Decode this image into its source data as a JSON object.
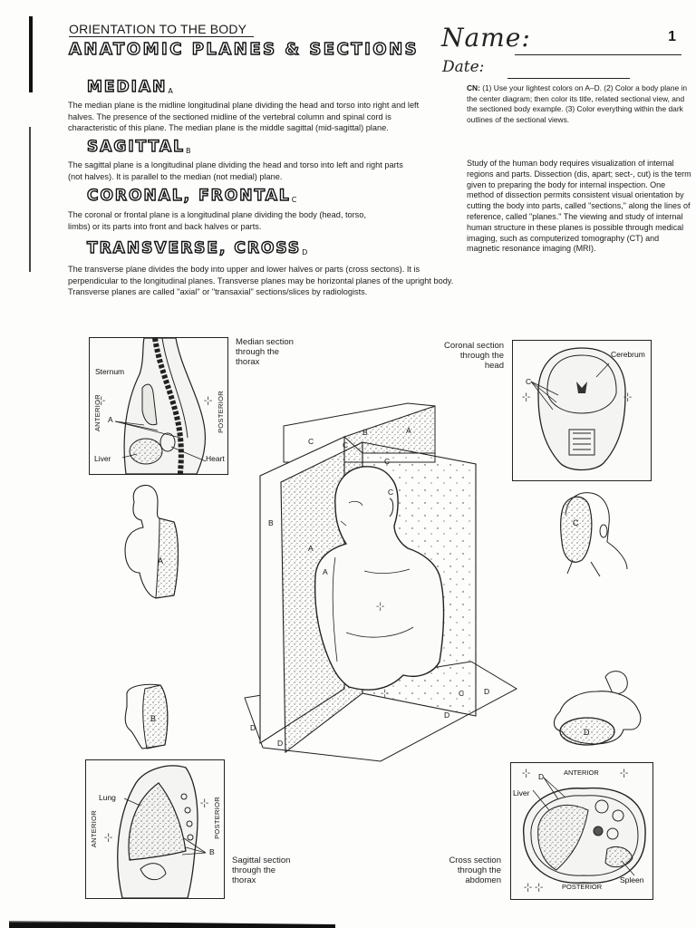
{
  "header": {
    "section": "ORIENTATION TO THE BODY",
    "title": "ANATOMIC PLANES & SECTIONS",
    "page_number": "1",
    "name_label": "Name:",
    "date_label": "Date:"
  },
  "planes": [
    {
      "title": "MEDIAN",
      "letter": "A",
      "text": "The median plane is the midline longitudinal plane dividing the head and torso into right and left halves. The presence of the sectioned midline of the vertebral column and spinal cord is characteristic of this plane. The median plane is the middle sagittal (mid-sagittal) plane."
    },
    {
      "title": "SAGITTAL",
      "letter": "B",
      "text": "The sagittal plane is a longitudinal plane dividing the head and torso into left and right parts (not halves). It is parallel to the median (not medial) plane."
    },
    {
      "title": "CORONAL, FRONTAL",
      "letter": "C",
      "text": "The coronal or frontal plane is a longitudinal plane dividing the body (head, torso, limbs) or its parts into front and back halves or parts."
    },
    {
      "title": "TRANSVERSE, CROSS",
      "letter": "D",
      "text": "The transverse plane divides the body into upper and lower halves or parts (cross sectons). It is perpendicular to the longitudinal planes. Transverse planes may be horizontal planes of the upright body. Transverse planes are called \"axial\" or \"transaxial\" sections/slices by radiologists."
    }
  ],
  "instructions": {
    "prefix": "CN:",
    "text": "(1) Use your lightest colors on A–D. (2) Color a body plane in the center diagram; then color its title, related sectional view, and the sectioned body example. (3) Color everything within the dark outlines of the sectional views."
  },
  "intro": "Study of the human body requires visualization of internal regions and parts. Dissection (dis, apart; sect-, cut) is the term given to preparing the body for internal inspection. One method of dissection permits consistent visual orientation by cutting the body into parts, called \"sections,\" along the lines of reference, called \"planes.\" The viewing and study of internal human structure in these planes is possible through medical imaging, such as computerized tomography (CT) and magnetic resonance imaging (MRI).",
  "figures": {
    "median_section": {
      "caption": "Median section through the thorax",
      "labels": {
        "sternum": "Sternum",
        "a": "A",
        "liver": "Liver",
        "heart": "Heart",
        "anterior": "ANTERIOR",
        "posterior": "POSTERIOR"
      }
    },
    "coronal_section": {
      "caption": "Coronal section through the head",
      "labels": {
        "cerebrum": "Cerebrum",
        "c": "C"
      }
    },
    "sagittal_section": {
      "caption": "Sagittal section through the thorax",
      "labels": {
        "lung": "Lung",
        "b": "B",
        "anterior": "ANTERIOR",
        "posterior": "POSTERIOR"
      }
    },
    "cross_section": {
      "caption": "Cross section through the abdomen",
      "labels": {
        "anterior": "ANTERIOR",
        "posterior": "POSTERIOR",
        "liver": "Liver",
        "spleen": "Spleen",
        "d": "D"
      }
    },
    "center_diagram": {
      "labels": {
        "a1": "A",
        "a2": "A",
        "a3": "A",
        "b1": "B",
        "b2": "B",
        "c1": "C",
        "c2": "C",
        "c3": "C",
        "c4": "C",
        "c5": "C",
        "d1": "D",
        "d2": "D",
        "d3": "D",
        "d4": "D"
      }
    },
    "examples": {
      "median_body": "A",
      "sagittal_body": "B",
      "coronal_head": "C",
      "transverse_body": "D"
    }
  }
}
